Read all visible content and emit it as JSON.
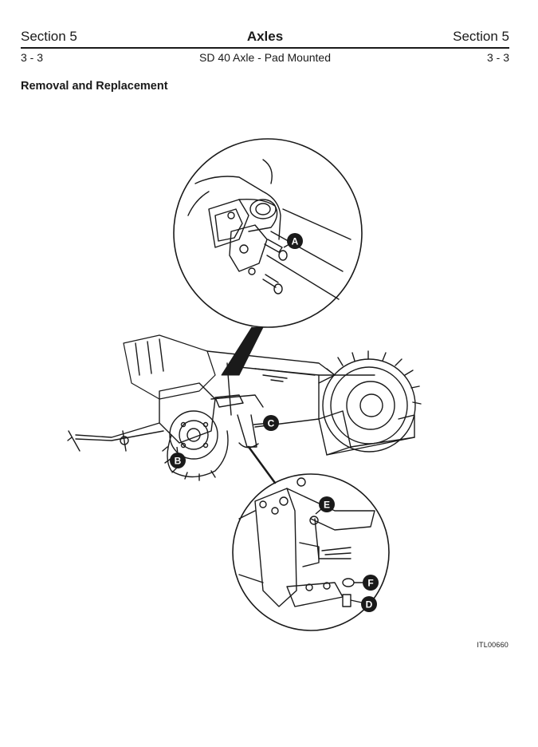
{
  "header": {
    "left": "Section 5",
    "center": "Axles",
    "right": "Section 5"
  },
  "subheader": {
    "left": "3 - 3",
    "center": "SD 40 Axle - Pad Mounted",
    "right": "3 - 3"
  },
  "section_title": "Removal and Replacement",
  "figure": {
    "id": "ITL00660",
    "callouts": [
      "A",
      "B",
      "C",
      "D",
      "E",
      "F"
    ]
  }
}
